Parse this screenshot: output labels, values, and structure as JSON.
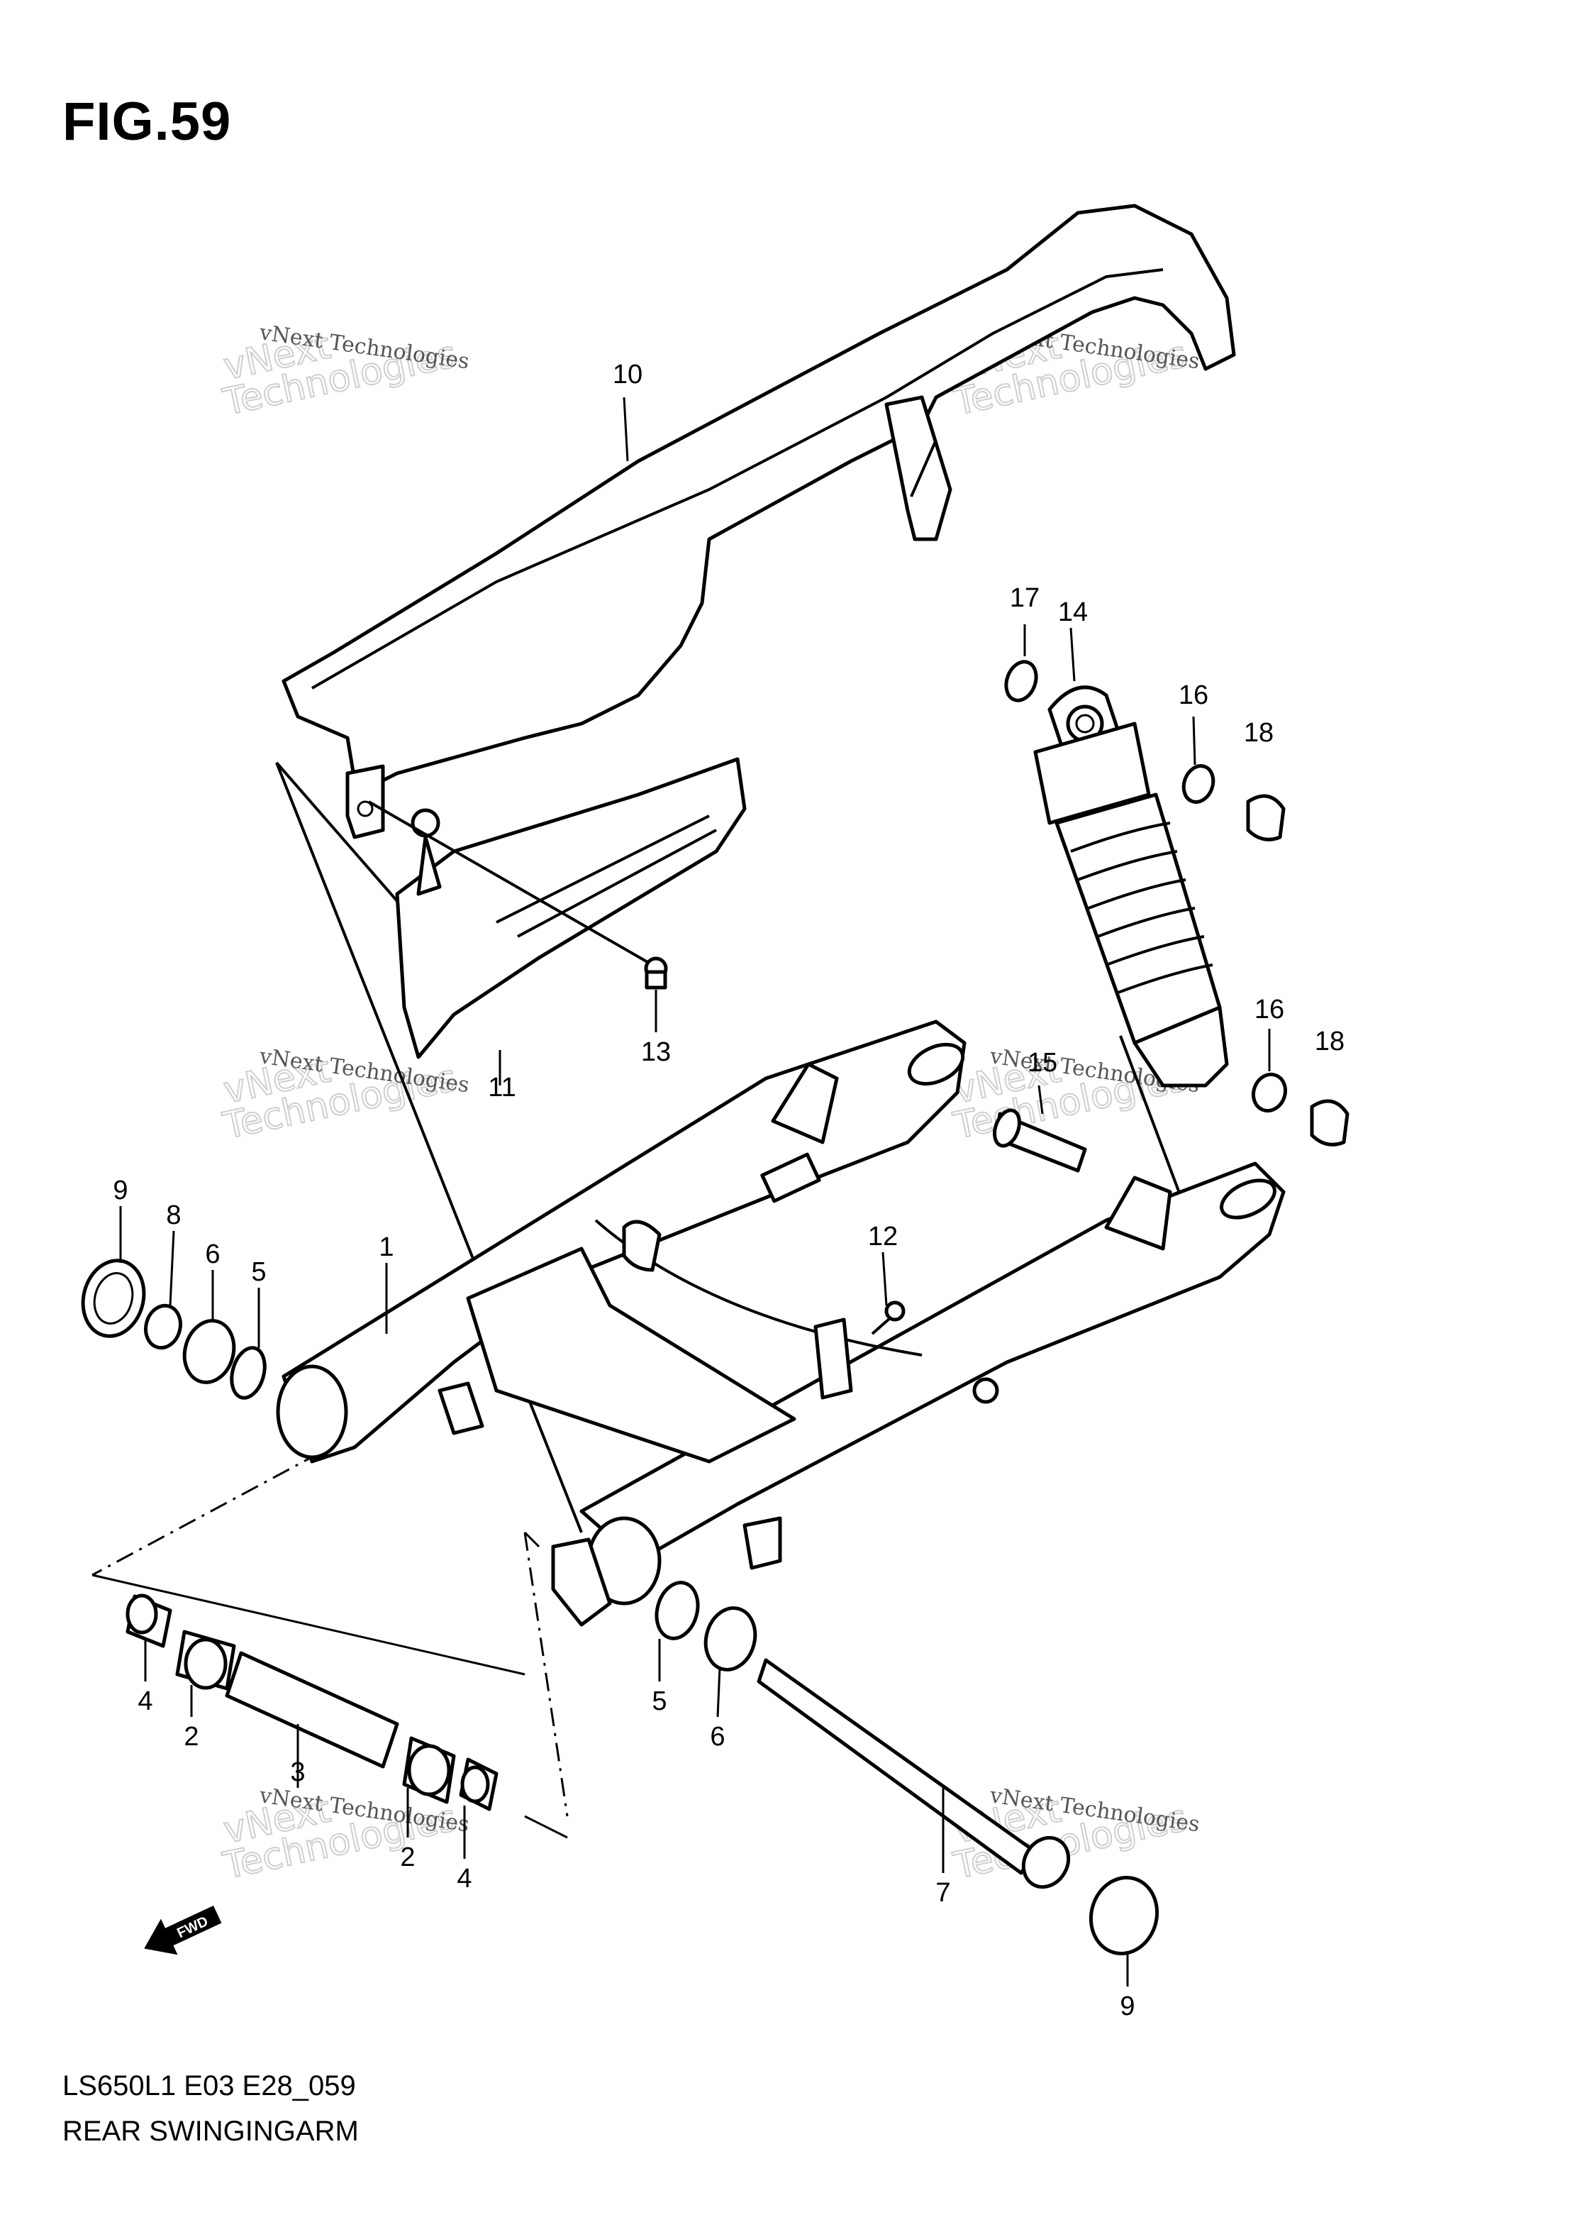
{
  "figure": {
    "title": "FIG.59",
    "model_code": "LS650L1 E03 E28_059",
    "section_name": "REAR SWINGINGARM"
  },
  "watermark": {
    "small_text": "vNext Technologies",
    "big_line1": "vNext",
    "big_line2": "Technologies"
  },
  "callouts": [
    {
      "id": "c10",
      "text": "10"
    },
    {
      "id": "c17",
      "text": "17"
    },
    {
      "id": "c14",
      "text": "14"
    },
    {
      "id": "c16a",
      "text": "16"
    },
    {
      "id": "c18a",
      "text": "18"
    },
    {
      "id": "c13",
      "text": "13"
    },
    {
      "id": "c11",
      "text": "11"
    },
    {
      "id": "c16b",
      "text": "16"
    },
    {
      "id": "c18b",
      "text": "18"
    },
    {
      "id": "c15",
      "text": "15"
    },
    {
      "id": "c9a",
      "text": "9"
    },
    {
      "id": "c8",
      "text": "8"
    },
    {
      "id": "c6a",
      "text": "6"
    },
    {
      "id": "c5a",
      "text": "5"
    },
    {
      "id": "c1",
      "text": "1"
    },
    {
      "id": "c12",
      "text": "12"
    },
    {
      "id": "c4a",
      "text": "4"
    },
    {
      "id": "c2a",
      "text": "2"
    },
    {
      "id": "c3",
      "text": "3"
    },
    {
      "id": "c5b",
      "text": "5"
    },
    {
      "id": "c6b",
      "text": "6"
    },
    {
      "id": "c2b",
      "text": "2"
    },
    {
      "id": "c4b",
      "text": "4"
    },
    {
      "id": "c7",
      "text": "7"
    },
    {
      "id": "c9b",
      "text": "9"
    }
  ],
  "fwd_arrow_label": "FWD"
}
